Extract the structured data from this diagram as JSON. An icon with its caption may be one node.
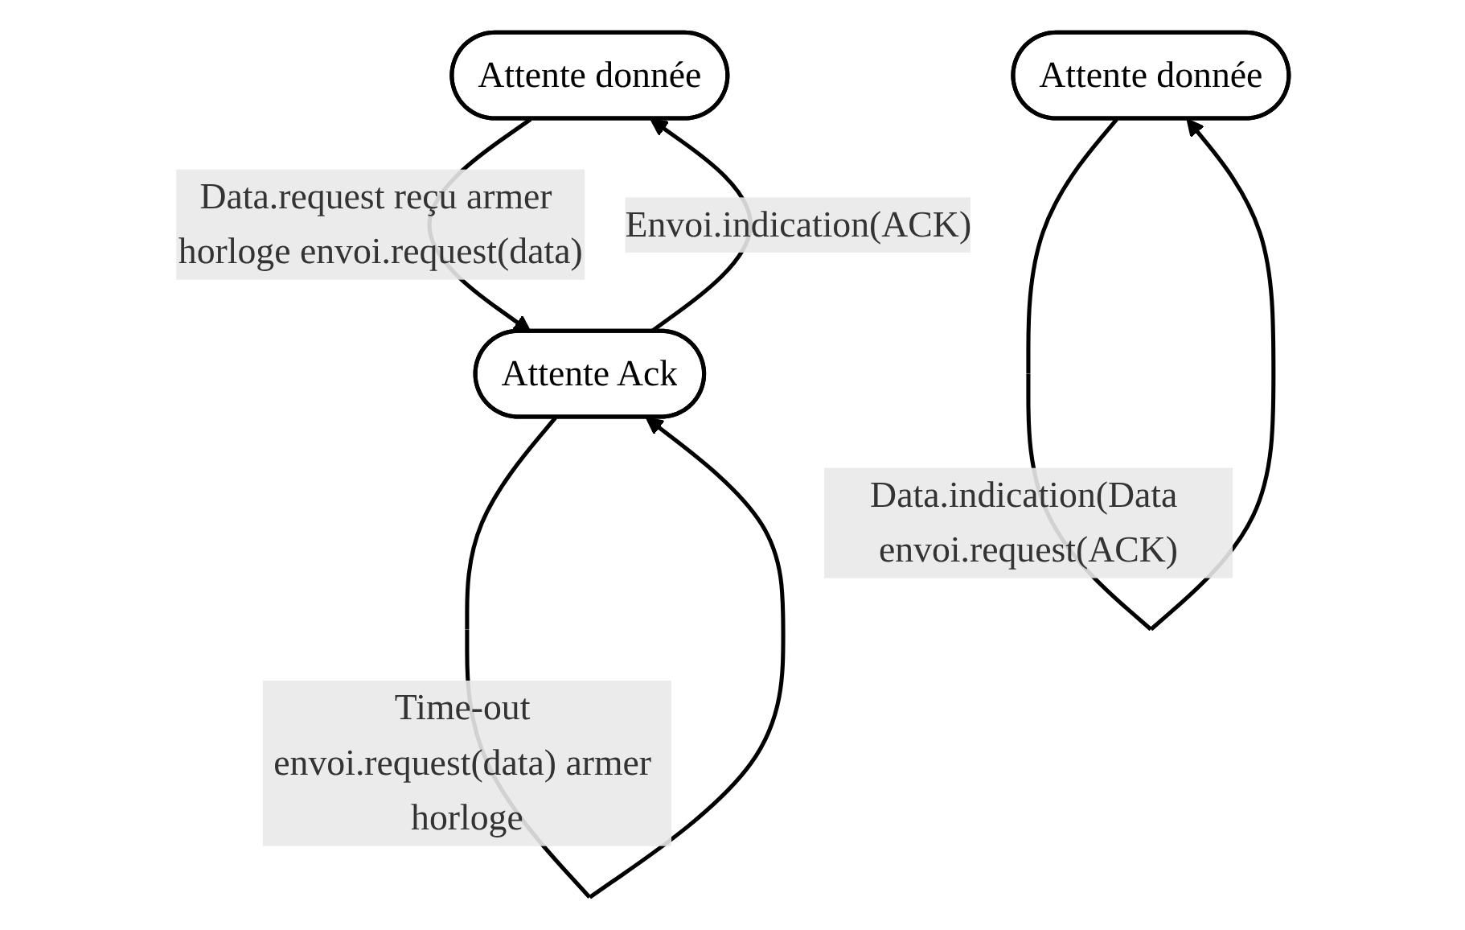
{
  "diagram": {
    "nodes": [
      {
        "text": [
          "Attente donnée"
        ]
      },
      {
        "text": [
          "Attente Ack"
        ]
      },
      {
        "text": [
          "Attente donnée"
        ]
      }
    ],
    "edges": [
      {
        "from": 0,
        "to": 1,
        "arrow": "to",
        "label": "Data.request reçu armer horloge envoi.request(data)"
      },
      {
        "from": 1,
        "to": 0,
        "arrow": "to",
        "label": "Envoi.indication(ACK)"
      },
      {
        "from": 1,
        "to": 1,
        "arrow": "to",
        "label": "Time-out envoi.request(data) armer horloge"
      },
      {
        "from": 2,
        "to": 2,
        "arrow": "to",
        "label": "Data.indication(Data envoi.request(ACK)"
      }
    ]
  }
}
